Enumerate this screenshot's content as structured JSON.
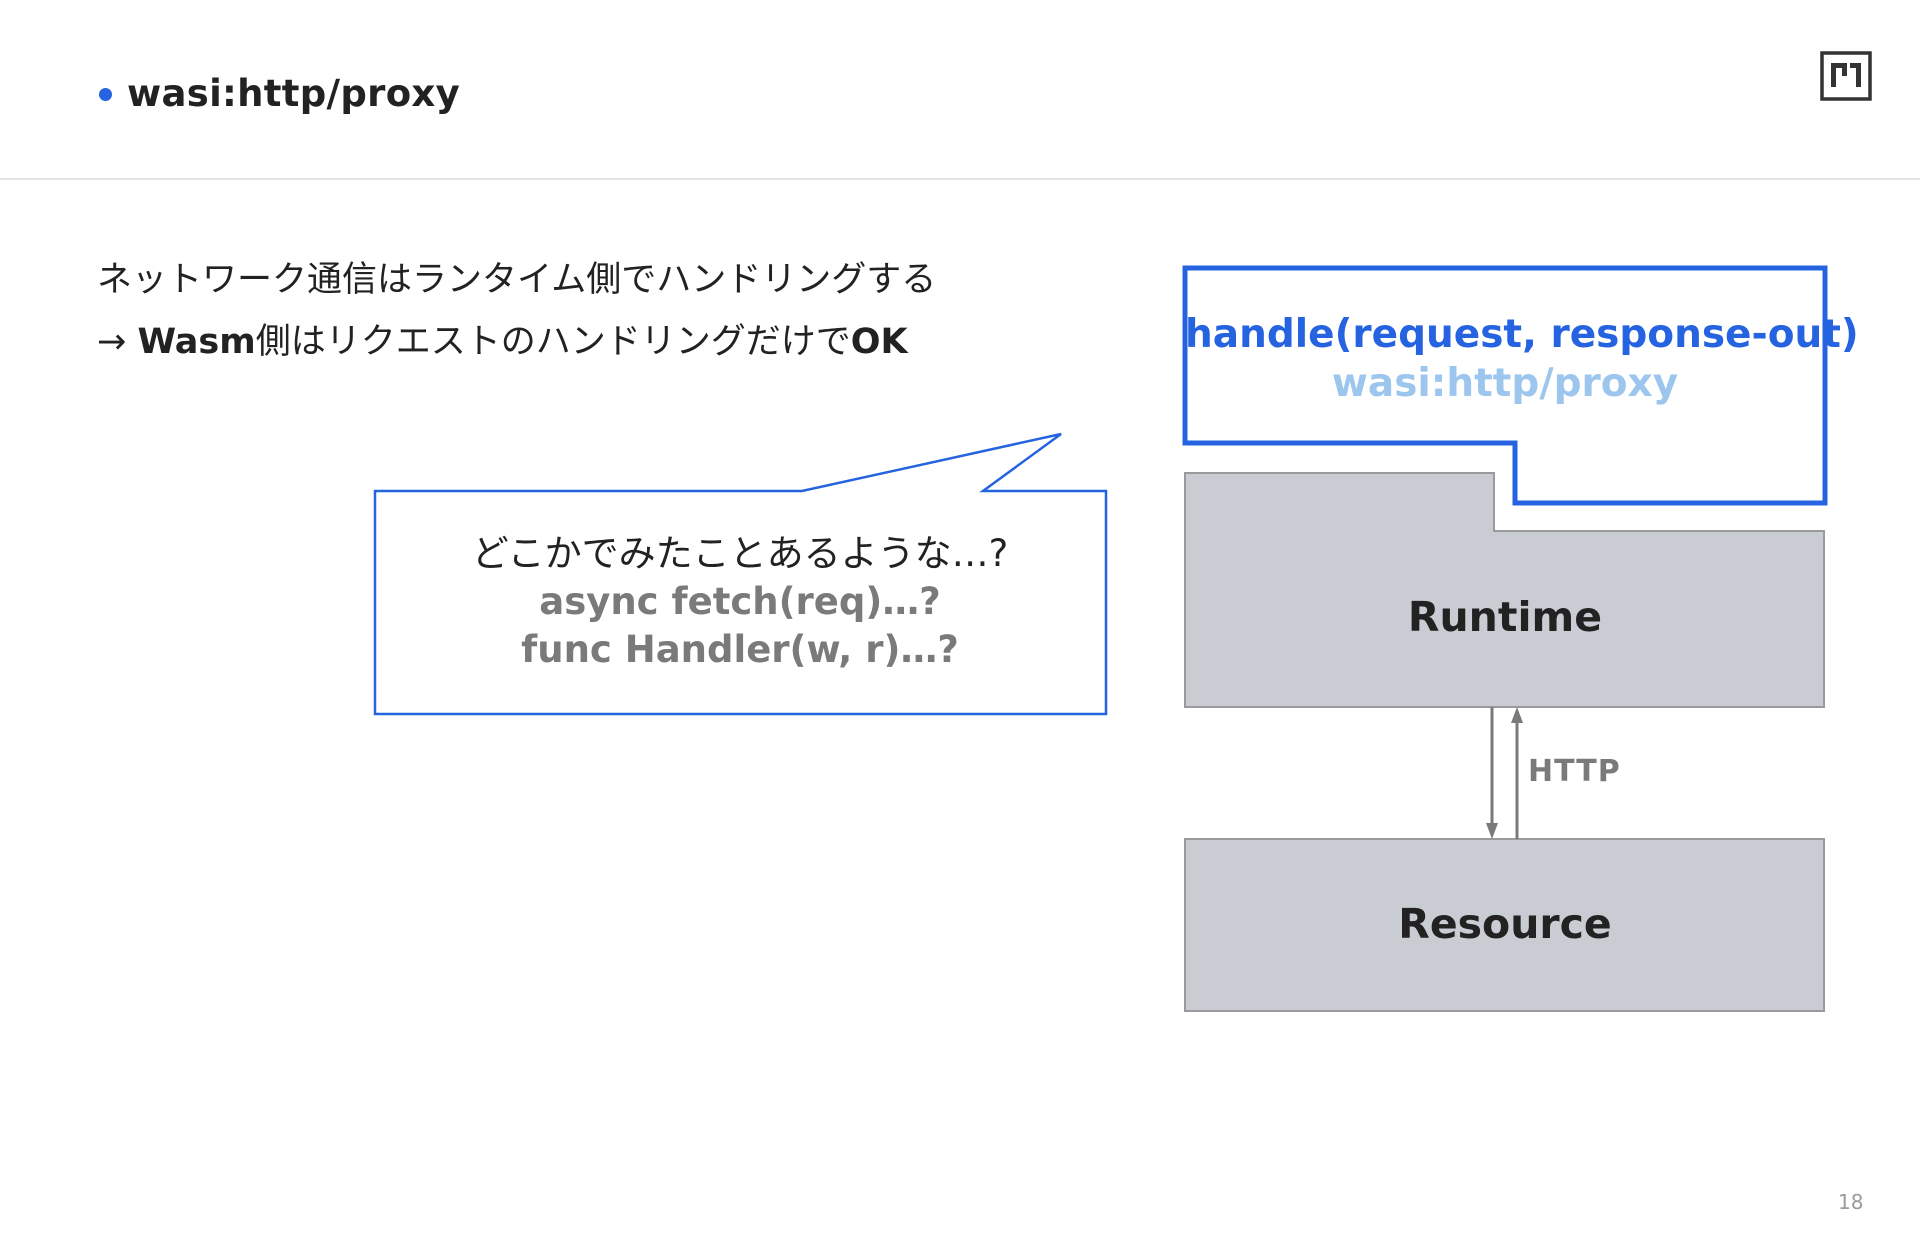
{
  "header": {
    "title": "wasi:http/proxy"
  },
  "body": {
    "line1": "ネットワーク通信はランタイム側でハンドリングする",
    "line2_prefix": "→ ",
    "line2_bold1": "Wasm",
    "line2_mid": "側はリクエストのハンドリングだけで",
    "line2_bold2": "OK"
  },
  "speech_bubble": {
    "line1": "どこかでみたことあるような…?",
    "line2": "async fetch(req)…?",
    "line3": "func Handler(w, r)…?"
  },
  "diagram": {
    "proxy_box": {
      "signature": "handle(request, response-out)",
      "interface": "wasi:http/proxy"
    },
    "runtime_label": "Runtime",
    "resource_label": "Resource",
    "connection_label": "HTTP"
  },
  "footer": {
    "page_number": "18"
  },
  "colors": {
    "accent_blue": "#2563e0",
    "light_blue": "#9cc6ee",
    "box_fill": "#c9ccd2",
    "box_stroke": "#9a9a9a",
    "gray_text": "#7a7a7a"
  },
  "icons": {
    "logo": "brand-logo-icon",
    "bullet": "bullet-dot-icon"
  }
}
